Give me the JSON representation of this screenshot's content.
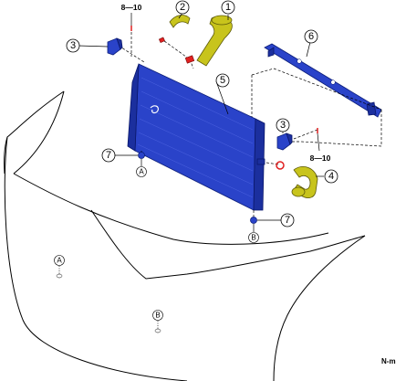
{
  "callouts": {
    "c1": "1",
    "c2": "2",
    "c3a": "3",
    "c3b": "3",
    "c4": "4",
    "c5": "5",
    "c6": "6",
    "c7a": "7",
    "c7b": "7"
  },
  "torque": {
    "top": "8—10",
    "right": "8—10"
  },
  "refs": {
    "a_upper": "A",
    "b_upper": "B",
    "a_lower": "A",
    "b_lower": "B"
  },
  "units": "N-m",
  "colors": {
    "part_blue": "#2a43c9",
    "hose_yellow": "#c8c41c",
    "clamp_red": "#e02020"
  }
}
